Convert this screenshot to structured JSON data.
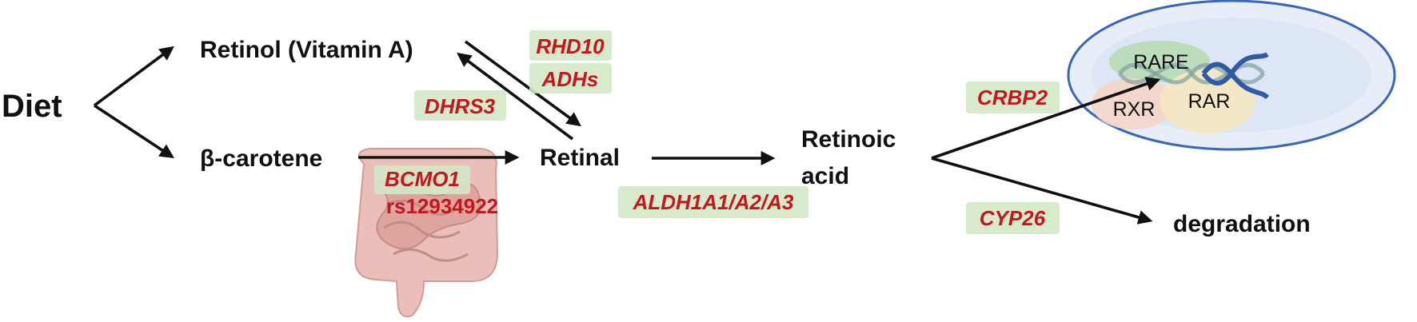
{
  "nodes": {
    "diet": "Diet",
    "retinol": "Retinol (Vitamin A)",
    "beta_carotene": "β-carotene",
    "retinal": "Retinal",
    "retinoic_acid_line1": "Retinoic",
    "retinoic_acid_line2": "acid",
    "degradation": "degradation"
  },
  "enzymes": {
    "rhd10": "RHD10",
    "adhs": "ADHs",
    "dhrs3": "DHRS3",
    "bcmo1": "BCMO1",
    "snp": "rs12934922",
    "aldh1a": "ALDH1A1/A2/A3",
    "crbp2": "CRBP2",
    "cyp26": "CYP26"
  },
  "receptors": {
    "rare": "RARE",
    "rxr": "RXR",
    "rar": "RAR"
  },
  "colors": {
    "enzyme_text": "#c4161c",
    "enzyme_box": "#d3e8c6",
    "arrow": "#111111",
    "nucleus_border": "#3a66b8",
    "nucleus_fill": "#e8eef8",
    "dna": "#2e5aa8",
    "intestine": "#e3aaa2"
  },
  "icons": [
    "intestine-icon",
    "nucleus-icon",
    "dna-helix-icon"
  ]
}
